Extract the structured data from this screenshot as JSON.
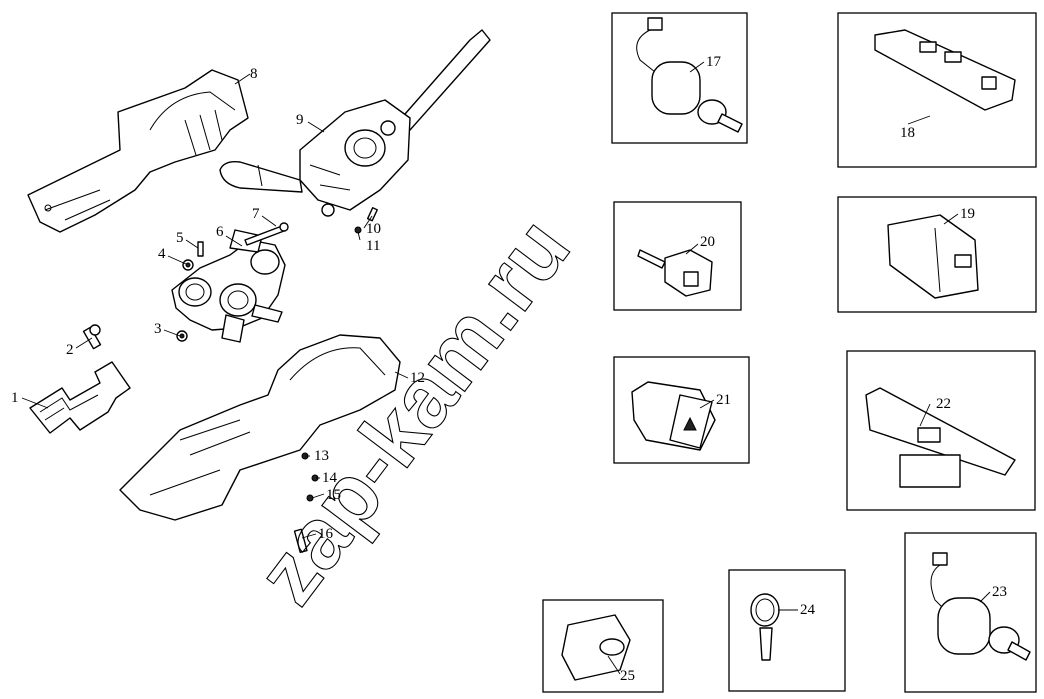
{
  "watermark": "zap-kam.ru",
  "callouts": [
    "1",
    "2",
    "3",
    "4",
    "5",
    "6",
    "7",
    "8",
    "9",
    "10",
    "11",
    "12",
    "13",
    "14",
    "15",
    "16",
    "17",
    "18",
    "19",
    "20",
    "21",
    "22",
    "23",
    "24",
    "25"
  ]
}
